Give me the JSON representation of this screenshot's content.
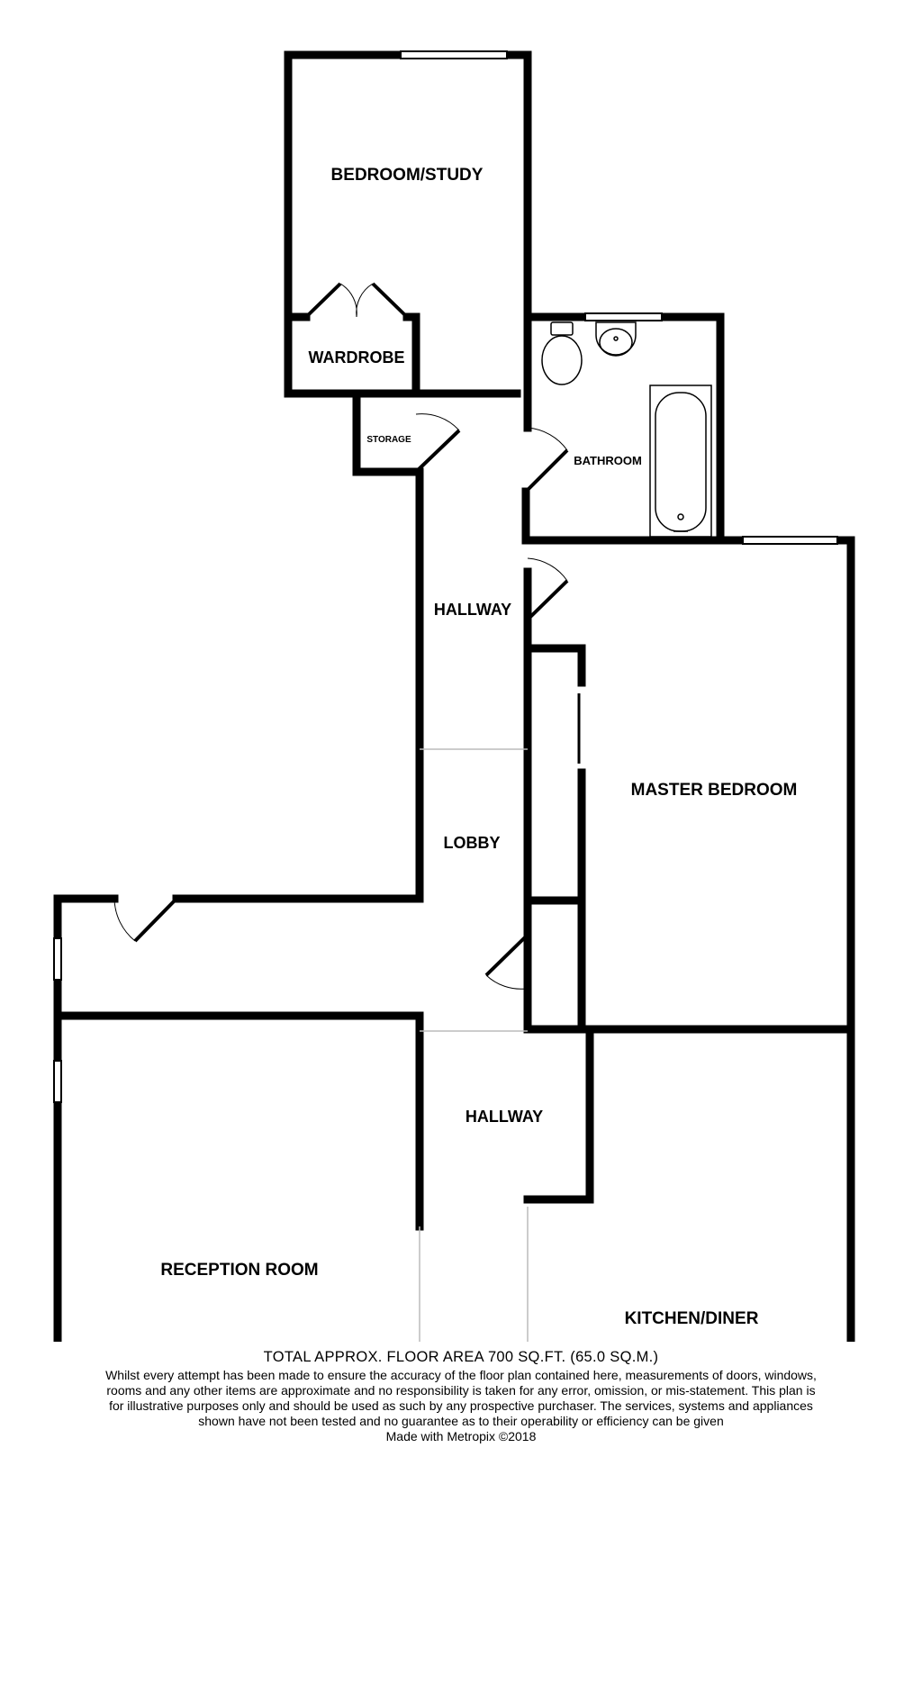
{
  "rooms": {
    "bedroom_study": "BEDROOM/STUDY",
    "wardrobe": "WARDROBE",
    "storage": "STORAGE",
    "bathroom": "BATHROOM",
    "hallway_upper": "HALLWAY",
    "lobby": "LOBBY",
    "master_bedroom": "MASTER BEDROOM",
    "hallway_lower": "HALLWAY",
    "reception_room": "RECEPTION ROOM",
    "kitchen_diner": "KITCHEN/DINER"
  },
  "footer": {
    "total_area": "TOTAL APPROX. FLOOR AREA 700 SQ.FT. (65.0 SQ.M.)",
    "disclaimer": "Whilst every attempt has been made to ensure the accuracy of the floor plan contained here, measurements of doors, windows, rooms and any other items are approximate and no responsibility is taken for any error, omission, or mis-statement. This plan is for illustrative purposes only and should be used as such by any prospective purchaser. The services, systems and appliances shown have not been tested and no guarantee as to their operability or efficiency can be given",
    "credit": "Made with Metropix ©2018"
  },
  "colors": {
    "wall": "#000000",
    "window": "#ffffff",
    "thin_line": "#bbbbbb"
  }
}
